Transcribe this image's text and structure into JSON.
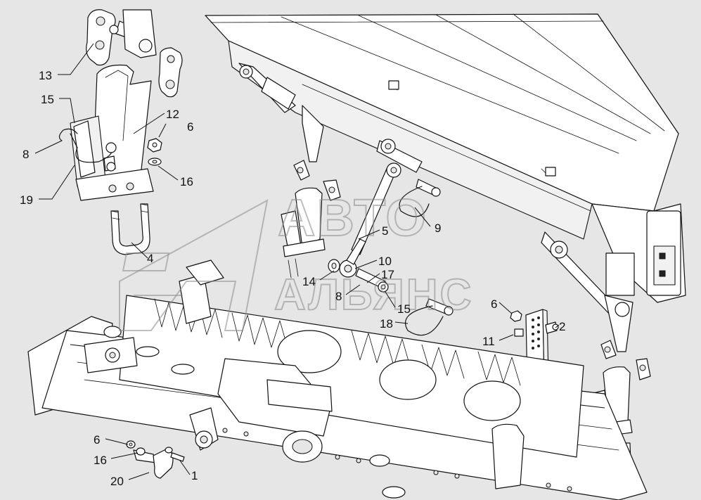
{
  "watermark": {
    "line1": "АВТО",
    "line2": "АЛЬЯНС"
  },
  "callouts": [
    {
      "id": "c13a",
      "label": "13"
    },
    {
      "id": "c15a",
      "label": "15"
    },
    {
      "id": "c12",
      "label": "12"
    },
    {
      "id": "c6a",
      "label": "6"
    },
    {
      "id": "c8a",
      "label": "8"
    },
    {
      "id": "c16a",
      "label": "16"
    },
    {
      "id": "c19",
      "label": "19"
    },
    {
      "id": "c4",
      "label": "4"
    },
    {
      "id": "c5",
      "label": "5"
    },
    {
      "id": "c9",
      "label": "9"
    },
    {
      "id": "c10",
      "label": "10"
    },
    {
      "id": "c14",
      "label": "14"
    },
    {
      "id": "c17",
      "label": "17"
    },
    {
      "id": "c8b",
      "label": "8"
    },
    {
      "id": "c15b",
      "label": "15"
    },
    {
      "id": "c18",
      "label": "18"
    },
    {
      "id": "c6b",
      "label": "6"
    },
    {
      "id": "c2",
      "label": "2"
    },
    {
      "id": "c11",
      "label": "11"
    },
    {
      "id": "c6c",
      "label": "6"
    },
    {
      "id": "c16b",
      "label": "16"
    },
    {
      "id": "c20",
      "label": "20"
    },
    {
      "id": "c1",
      "label": "1"
    }
  ]
}
